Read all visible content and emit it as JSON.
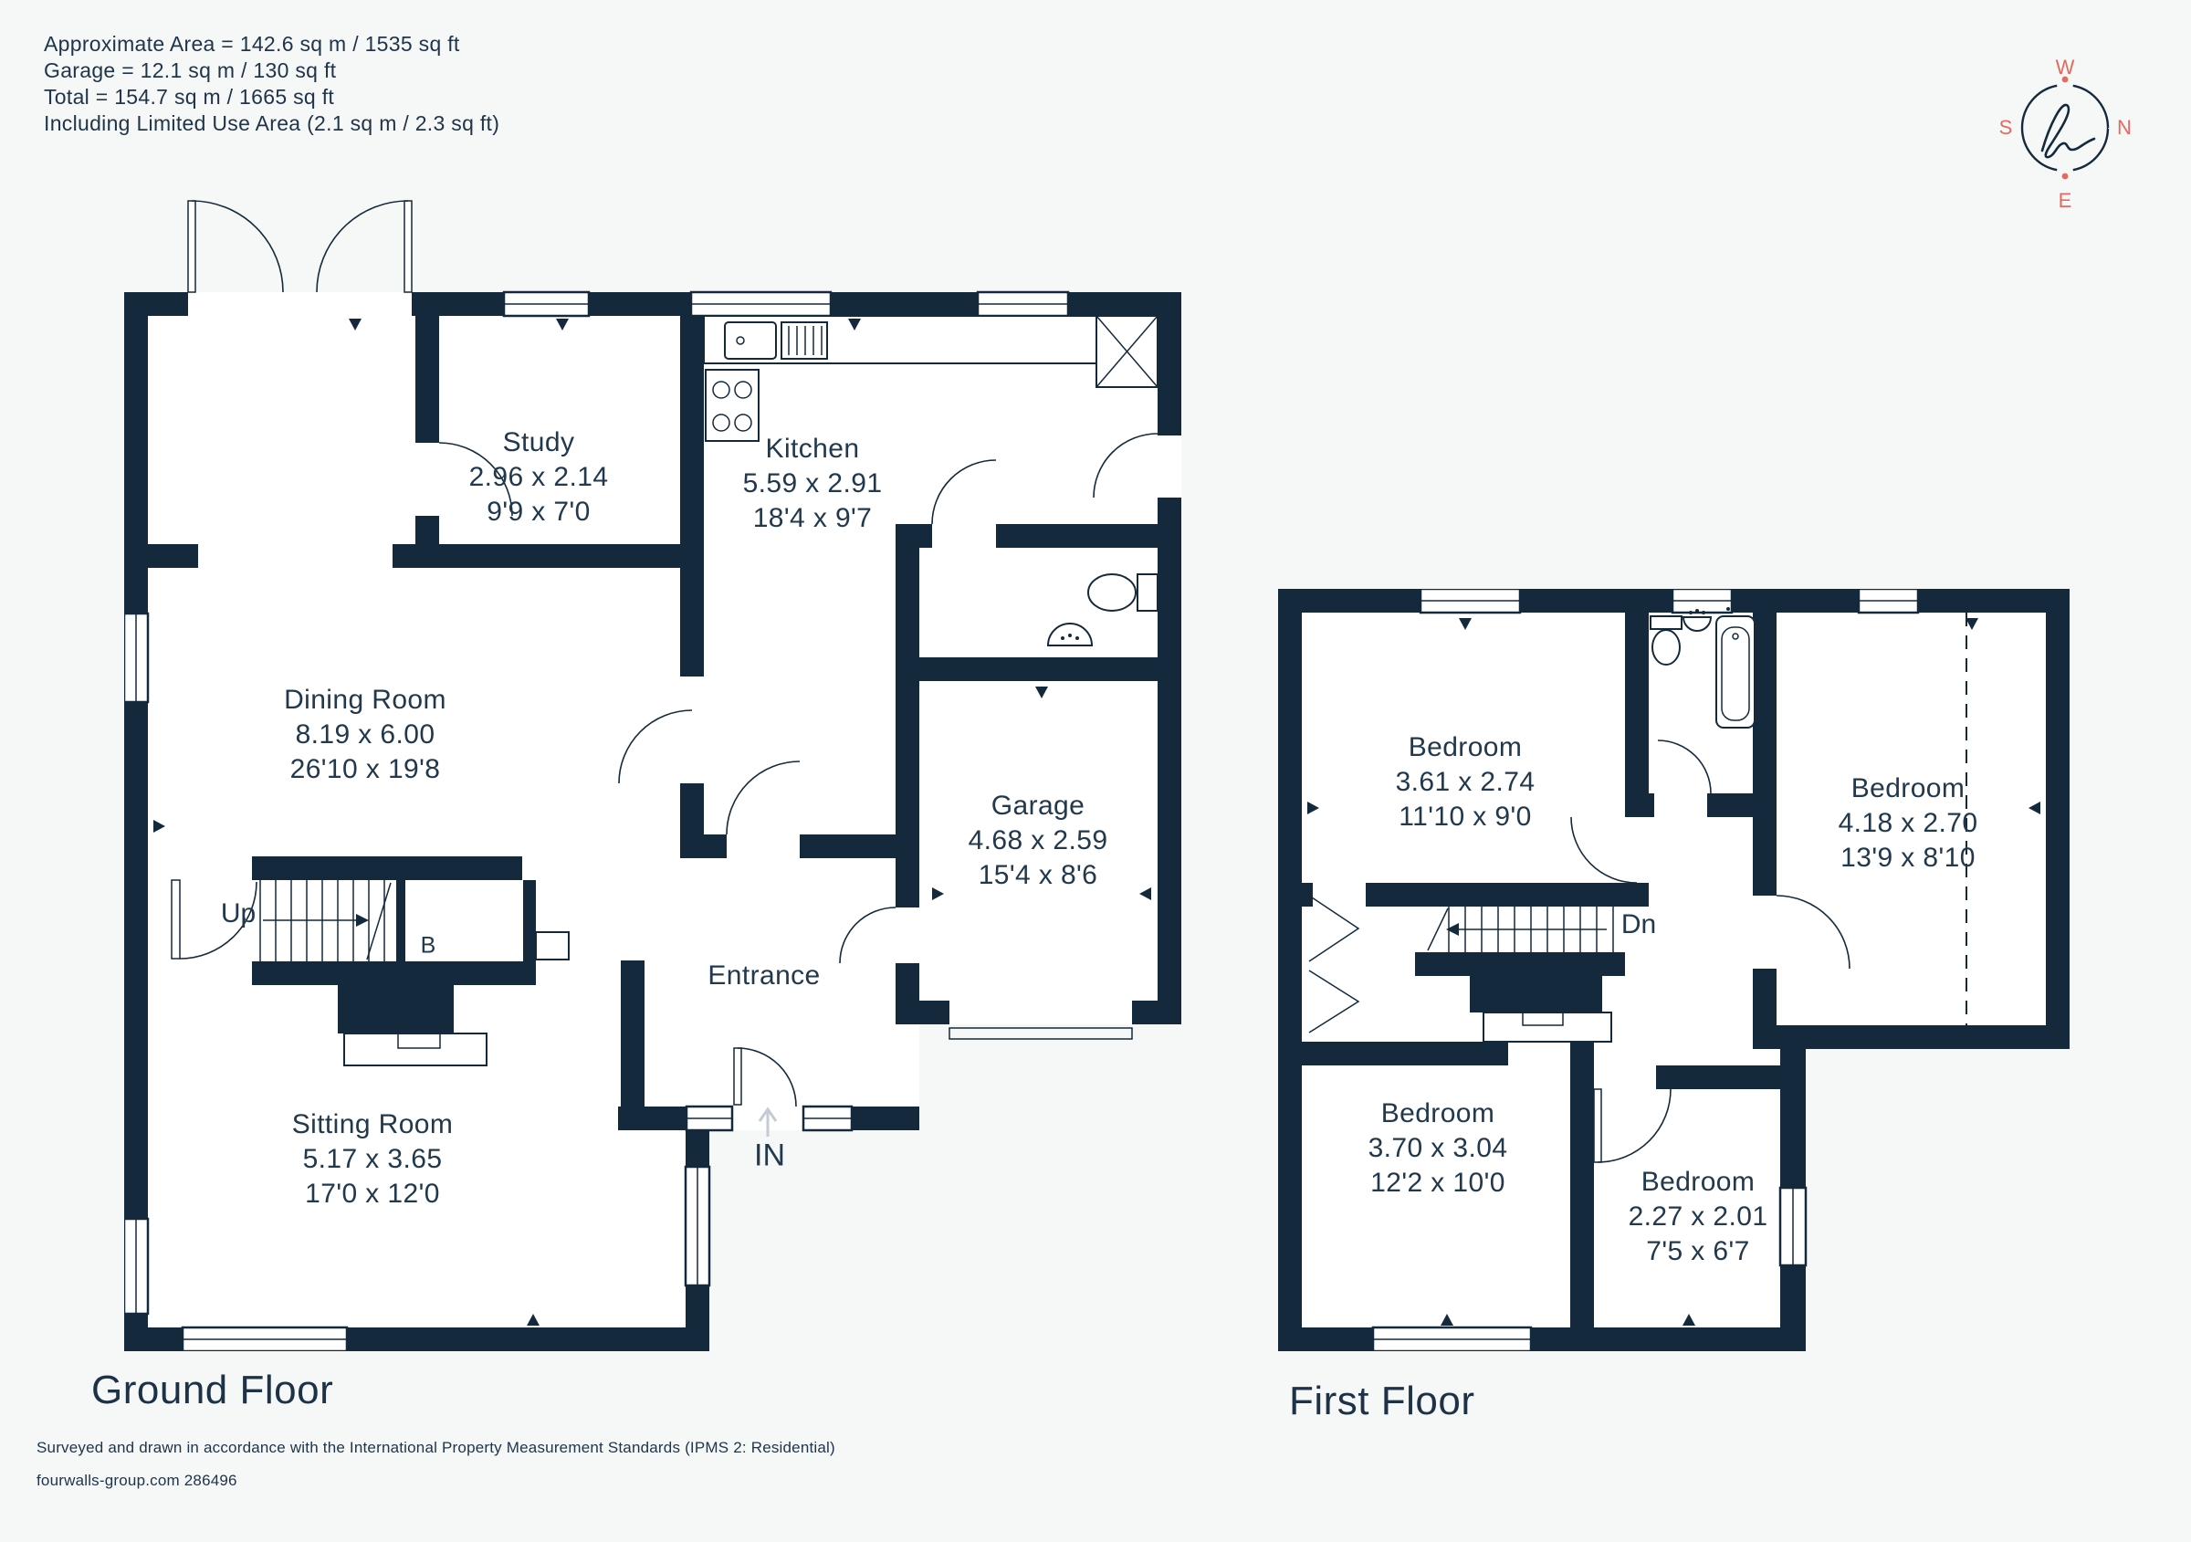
{
  "header": {
    "lines": [
      "Approximate Area = 142.6 sq m / 1535 sq ft",
      "Garage = 12.1 sq m / 130 sq ft",
      "Total = 154.7 sq m / 1665 sq ft",
      "Including Limited Use Area (2.1 sq m / 2.3 sq ft)"
    ]
  },
  "compass": {
    "w": "W",
    "n": "N",
    "e": "E",
    "s": "S"
  },
  "ground": {
    "title": "Ground Floor",
    "study": {
      "name": "Study",
      "metric": "2.96 x 2.14",
      "imperial": "9'9 x 7'0"
    },
    "kitchen": {
      "name": "Kitchen",
      "metric": "5.59 x 2.91",
      "imperial": "18'4 x 9'7"
    },
    "dining": {
      "name": "Dining Room",
      "metric": "8.19 x 6.00",
      "imperial": "26'10 x 19'8"
    },
    "garage": {
      "name": "Garage",
      "metric": "4.68 x 2.59",
      "imperial": "15'4 x 8'6"
    },
    "sitting": {
      "name": "Sitting Room",
      "metric": "5.17 x 3.65",
      "imperial": "17'0 x 12'0"
    },
    "entrance": {
      "name": "Entrance"
    },
    "up": "Up",
    "b": "B",
    "in": "IN"
  },
  "first": {
    "title": "First Floor",
    "bedroom1": {
      "name": "Bedroom",
      "metric": "3.61 x 2.74",
      "imperial": "11'10 x 9'0"
    },
    "bedroom2": {
      "name": "Bedroom",
      "metric": "4.18 x 2.70",
      "imperial": "13'9 x 8'10"
    },
    "bedroom3": {
      "name": "Bedroom",
      "metric": "3.70 x 3.04",
      "imperial": "12'2 x 10'0"
    },
    "bedroom4": {
      "name": "Bedroom",
      "metric": "2.27 x 2.01",
      "imperial": "7'5 x 6'7"
    },
    "down": "Dn"
  },
  "footer": {
    "lines": [
      "Surveyed and drawn in accordance with the International Property Measurement Standards (IPMS 2: Residential)",
      "fourwalls-group.com 286496"
    ]
  },
  "colors": {
    "wall": "#14293c",
    "accent": "#e5695e",
    "background": "#f6f8f8"
  }
}
